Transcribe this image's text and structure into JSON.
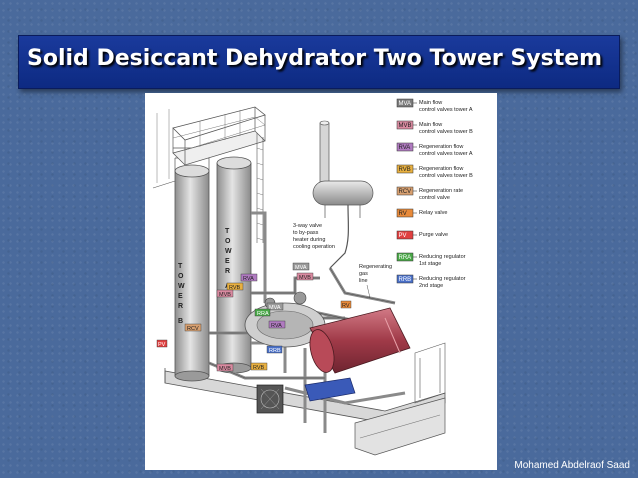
{
  "slide": {
    "title": "Solid Desiccant Dehydrator Two Tower System",
    "credit": "Mohamed Abdelraof Saad"
  },
  "diagram": {
    "tower_letters": [
      "T",
      "O",
      "W",
      "E",
      "R"
    ],
    "tower_a_suffix": "A",
    "tower_b_suffix": "B",
    "note_bypass": [
      "3-way valve",
      "to by-pass",
      "heater during",
      "cooling operation"
    ],
    "note_regen": [
      "Regenerating",
      "gas",
      "line"
    ],
    "tags": {
      "mva": "MVA",
      "mvb": "MVB",
      "rva": "RVA",
      "rvb": "RVB",
      "rcv": "RCV",
      "rv": "RV",
      "pv": "PV",
      "rra": "RRA",
      "rrb": "RRB"
    },
    "legend": [
      {
        "code": "MVA",
        "color": "#7a7a7a",
        "lines": [
          "Main flow",
          "control valves tower A"
        ]
      },
      {
        "code": "MVB",
        "color": "#d98aa0",
        "lines": [
          "Main flow",
          "control valves tower B"
        ]
      },
      {
        "code": "RVA",
        "color": "#b07ac0",
        "lines": [
          "Regeneration flow",
          "control valves tower A"
        ]
      },
      {
        "code": "RVB",
        "color": "#e8b040",
        "lines": [
          "Regeneration flow",
          "control valves tower B"
        ]
      },
      {
        "code": "RCV",
        "color": "#d8a070",
        "lines": [
          "Regeneration rate",
          "control valve"
        ]
      },
      {
        "code": "RV",
        "color": "#e88a3a",
        "lines": [
          "Relay valve"
        ]
      },
      {
        "code": "PV",
        "color": "#e04040",
        "lines": [
          "Purge valve"
        ]
      },
      {
        "code": "RRA",
        "color": "#4aa848",
        "lines": [
          "Reducing regulator",
          "1st stage"
        ]
      },
      {
        "code": "RRB",
        "color": "#4a70c8",
        "lines": [
          "Reducing regulator",
          "2nd stage"
        ]
      }
    ],
    "colors": {
      "tower": "#c9c9c9",
      "heater": "#b04a55",
      "filter": "#3a5ab8",
      "piping": "#9a9a9a"
    }
  }
}
